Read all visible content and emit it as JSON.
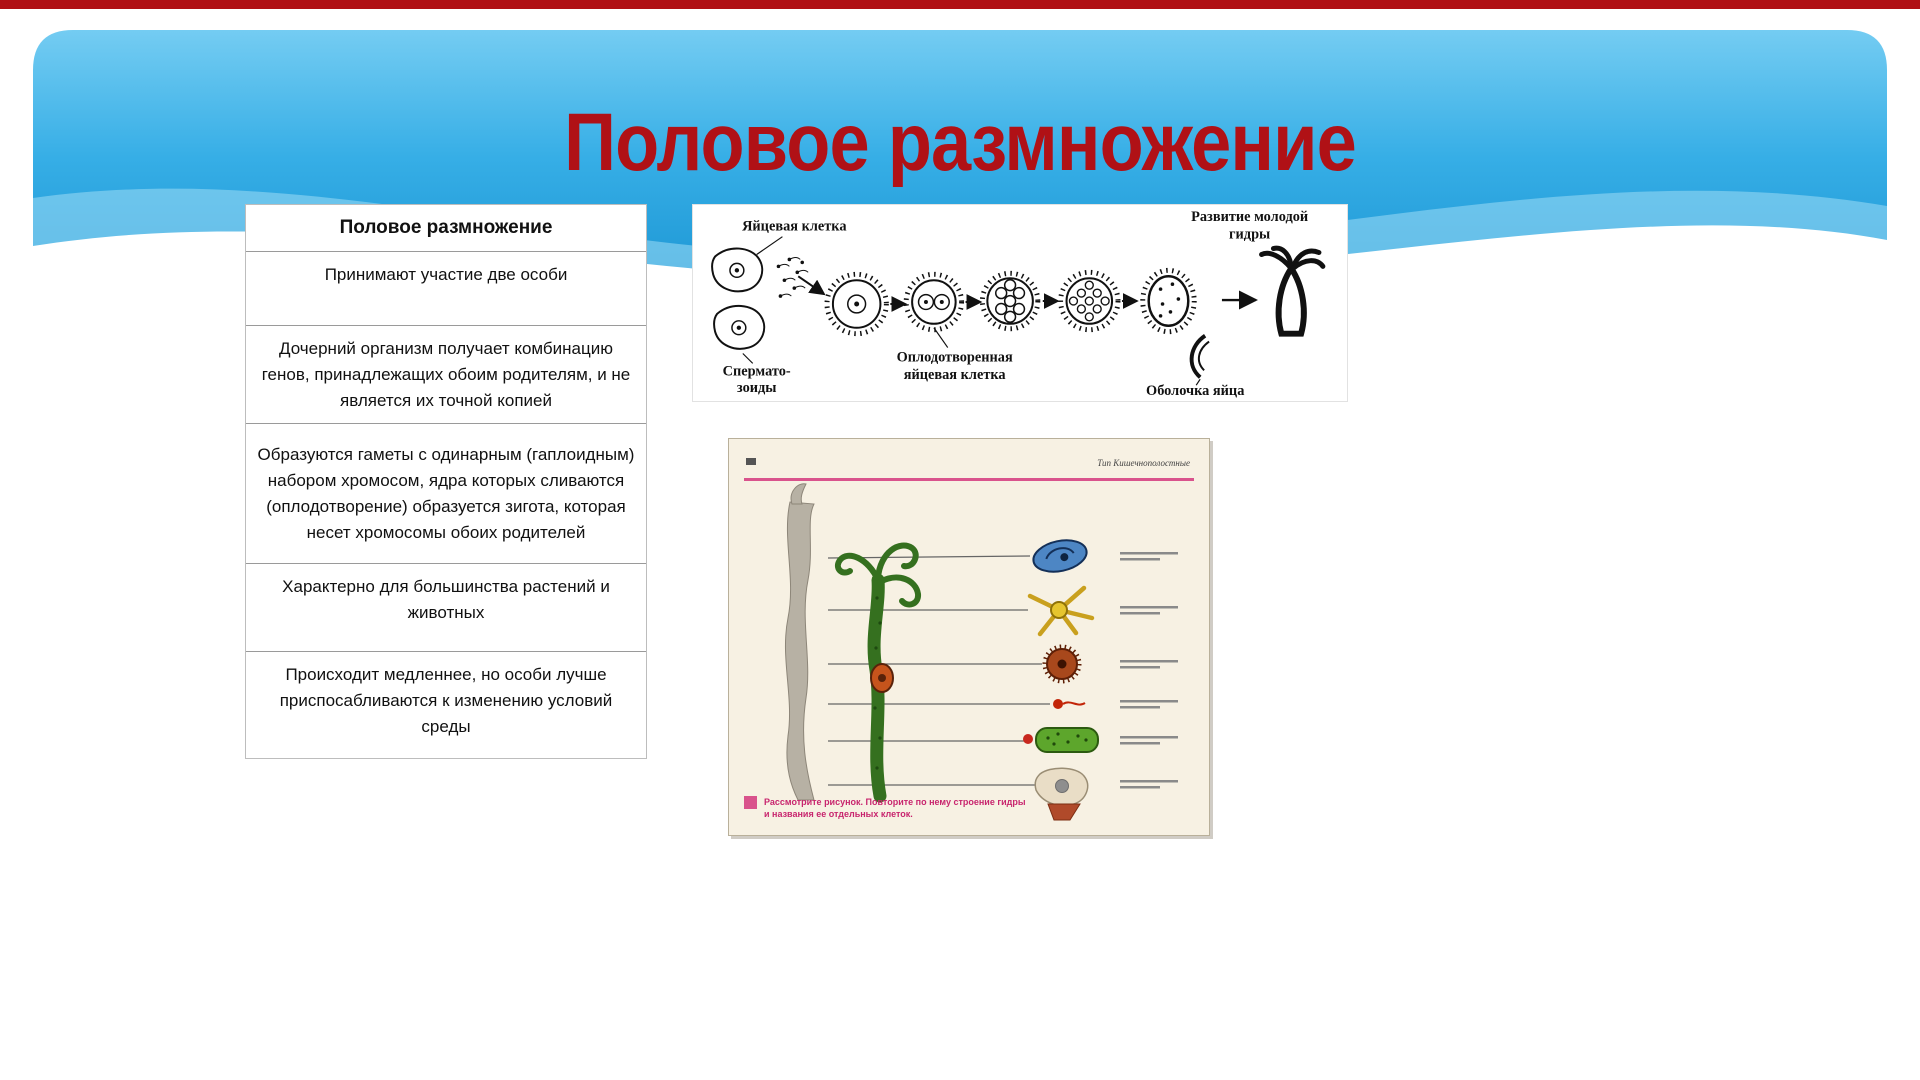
{
  "slide": {
    "title": "Половое размножение"
  },
  "table": {
    "header": "Половое размножение",
    "rows": [
      "Принимают участие две особи",
      "Дочерний организм получает комбинацию генов, принадлежащих обоим родителям, и не является их точной копией",
      "Образуются гаметы с одинарным (гаплоидным) набором хромосом, ядра которых сливаются (оплодотворение) образуется зигота, которая несет хромосомы обоих родителей",
      "Характерно для большинства растений и животных",
      "Происходит медленнее, но особи лучше приспосабливаются к изменению условий среды"
    ]
  },
  "hydra_cycle": {
    "label_egg_cell": "Яйцевая клетка",
    "label_development_line1": "Развитие молодой",
    "label_development_line2": "гидры",
    "label_sperm_line1": "Спермато-",
    "label_sperm_line2": "зоиды",
    "label_fertilized_line1": "Оплодотворенная",
    "label_fertilized_line2": "яйцевая клетка",
    "label_shell": "Оболочка яйца"
  },
  "textbook": {
    "header": "Тип Кишечнополостные",
    "caption_line1": "Рассмотрите рисунок. Повторите по нему строение гидры",
    "caption_line2": "и названия ее отдельных клеток."
  },
  "colors": {
    "title_red": "#b01116",
    "accent_red_bar": "#b01015",
    "header_blue_top": "#74ccf2",
    "header_blue_bottom": "#1791d0",
    "caption_magenta": "#c8256e"
  }
}
